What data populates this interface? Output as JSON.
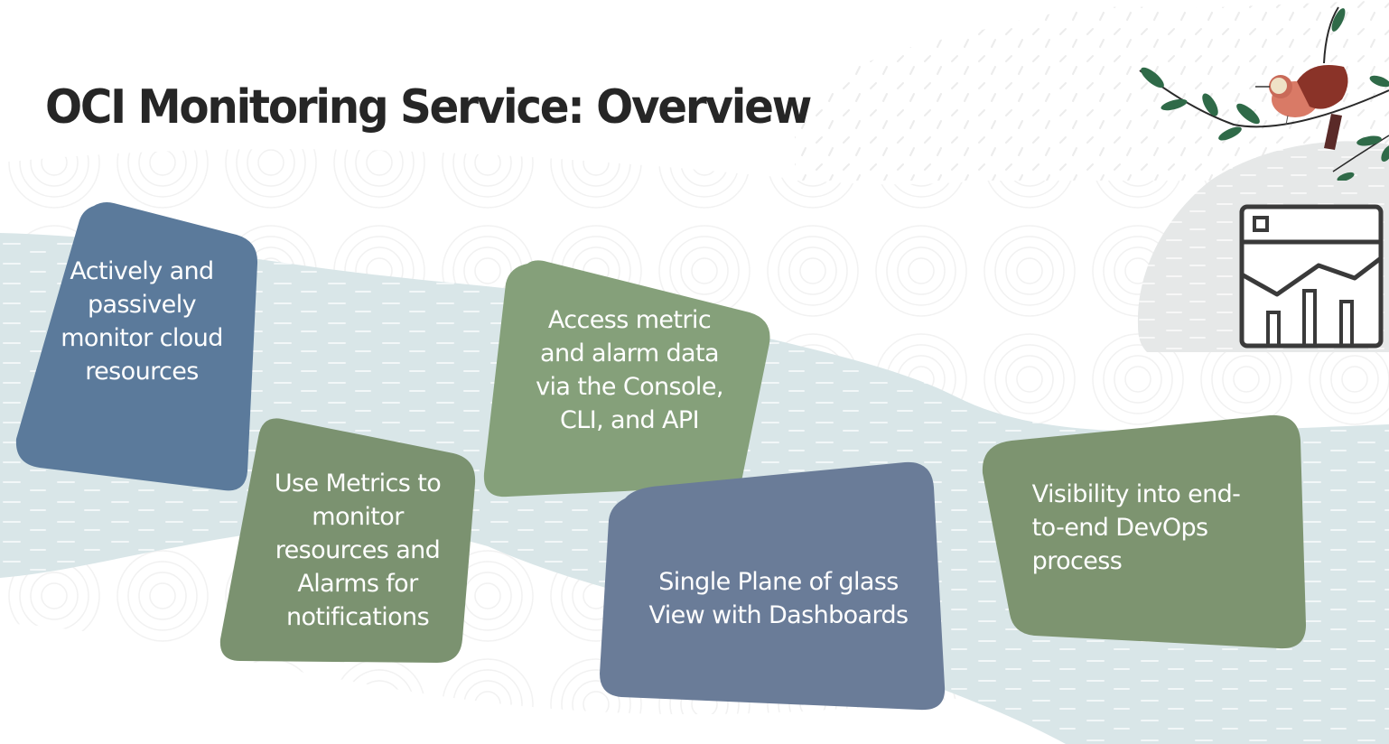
{
  "slide": {
    "title": "OCI Monitoring Service: Overview",
    "colors": {
      "blue_card": "#5b7a9b",
      "slate_card": "#6a7c98",
      "green_card": "#7d9470",
      "green_card_light": "#85a07a",
      "water_band": "#d8e5e7",
      "title_text": "#262626",
      "icon_stroke": "#3a3a3a"
    },
    "cards": [
      {
        "text": "Actively and\npassively\nmonitor cloud\nresources",
        "color": "blue"
      },
      {
        "text": "Use Metrics to\nmonitor\nresources and\nAlarms for\nnotifications",
        "color": "green"
      },
      {
        "text": "Access metric\nand alarm data\nvia the Console,\nCLI, and API",
        "color": "green"
      },
      {
        "text": "Single Plane of glass\nView with Dashboards",
        "color": "slate"
      },
      {
        "text": "Visibility into end-\nto-end DevOps\nprocess",
        "color": "green"
      }
    ],
    "decorations": {
      "dashboard_icon": "dashboard-chart-icon",
      "bird_illustration": "bird-on-branch-illustration"
    }
  }
}
